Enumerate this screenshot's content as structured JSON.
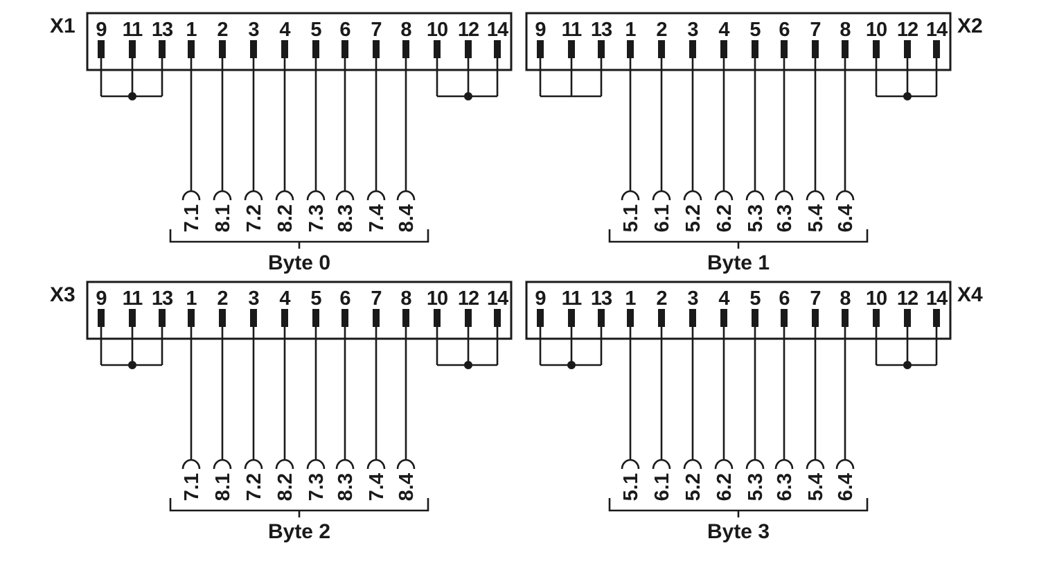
{
  "connectors": [
    {
      "id": "X1",
      "label": "X1",
      "pins": [
        "9",
        "11",
        "13",
        "1",
        "2",
        "3",
        "4",
        "5",
        "6",
        "7",
        "8",
        "10",
        "12",
        "14"
      ],
      "bridge_left": [
        "9",
        "11",
        "13"
      ],
      "bridge_left_junction": true,
      "bridge_right": [
        "10",
        "12",
        "14"
      ],
      "bridge_right_junction": true,
      "signal_pins": [
        "1",
        "2",
        "3",
        "4",
        "5",
        "6",
        "7",
        "8"
      ],
      "signals": [
        "7.1",
        "8.1",
        "7.2",
        "8.2",
        "7.3",
        "8.3",
        "7.4",
        "8.4"
      ],
      "group_label": "Byte 0"
    },
    {
      "id": "X2",
      "label": "X2",
      "pins": [
        "9",
        "11",
        "13",
        "1",
        "2",
        "3",
        "4",
        "5",
        "6",
        "7",
        "8",
        "10",
        "12",
        "14"
      ],
      "bridge_left": [
        "9",
        "11",
        "13"
      ],
      "bridge_left_junction": false,
      "bridge_right": [
        "10",
        "12",
        "14"
      ],
      "bridge_right_junction": true,
      "signal_pins": [
        "1",
        "2",
        "3",
        "4",
        "5",
        "6",
        "7",
        "8"
      ],
      "signals": [
        "5.1",
        "6.1",
        "5.2",
        "6.2",
        "5.3",
        "6.3",
        "5.4",
        "6.4"
      ],
      "group_label": "Byte 1"
    },
    {
      "id": "X3",
      "label": "X3",
      "pins": [
        "9",
        "11",
        "13",
        "1",
        "2",
        "3",
        "4",
        "5",
        "6",
        "7",
        "8",
        "10",
        "12",
        "14"
      ],
      "bridge_left": [
        "9",
        "11",
        "13"
      ],
      "bridge_left_junction": true,
      "bridge_right": [
        "10",
        "12",
        "14"
      ],
      "bridge_right_junction": true,
      "signal_pins": [
        "1",
        "2",
        "3",
        "4",
        "5",
        "6",
        "7",
        "8"
      ],
      "signals": [
        "7.1",
        "8.1",
        "7.2",
        "8.2",
        "7.3",
        "8.3",
        "7.4",
        "8.4"
      ],
      "group_label": "Byte 2"
    },
    {
      "id": "X4",
      "label": "X4",
      "pins": [
        "9",
        "11",
        "13",
        "1",
        "2",
        "3",
        "4",
        "5",
        "6",
        "7",
        "8",
        "10",
        "12",
        "14"
      ],
      "bridge_left": [
        "9",
        "11",
        "13"
      ],
      "bridge_left_junction": true,
      "bridge_right": [
        "10",
        "12",
        "14"
      ],
      "bridge_right_junction": true,
      "signal_pins": [
        "1",
        "2",
        "3",
        "4",
        "5",
        "6",
        "7",
        "8"
      ],
      "signals": [
        "5.1",
        "6.1",
        "5.2",
        "6.2",
        "5.3",
        "6.3",
        "5.4",
        "6.4"
      ],
      "group_label": "Byte 3"
    }
  ]
}
